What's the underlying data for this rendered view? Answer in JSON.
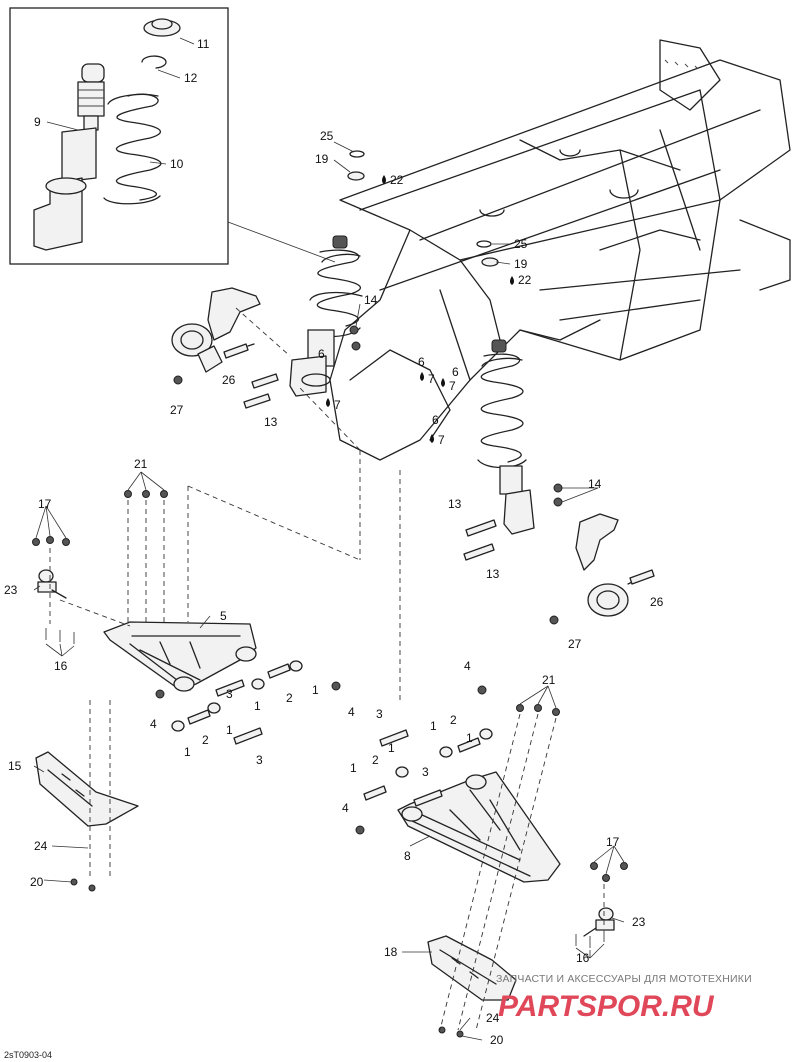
{
  "figure_code": "2sT0903-04",
  "watermark": {
    "tagline": "ЗАПЧАСТИ И АКСЕССУАРЫ ДЛЯ МОТОТЕХНИКИ",
    "logo": "PARTSPOR.RU"
  },
  "callouts": [
    "1",
    "2",
    "3",
    "4",
    "5",
    "6",
    "7",
    "8",
    "9",
    "10",
    "11",
    "12",
    "13",
    "14",
    "15",
    "16",
    "17",
    "18",
    "19",
    "20",
    "21",
    "22",
    "23",
    "24",
    "25",
    "26",
    "27"
  ],
  "colors": {
    "line": "#222222",
    "watermark_text": "#777777",
    "watermark_logo": "#e0485a"
  },
  "icons": {
    "threadlocker": "drop-icon"
  }
}
